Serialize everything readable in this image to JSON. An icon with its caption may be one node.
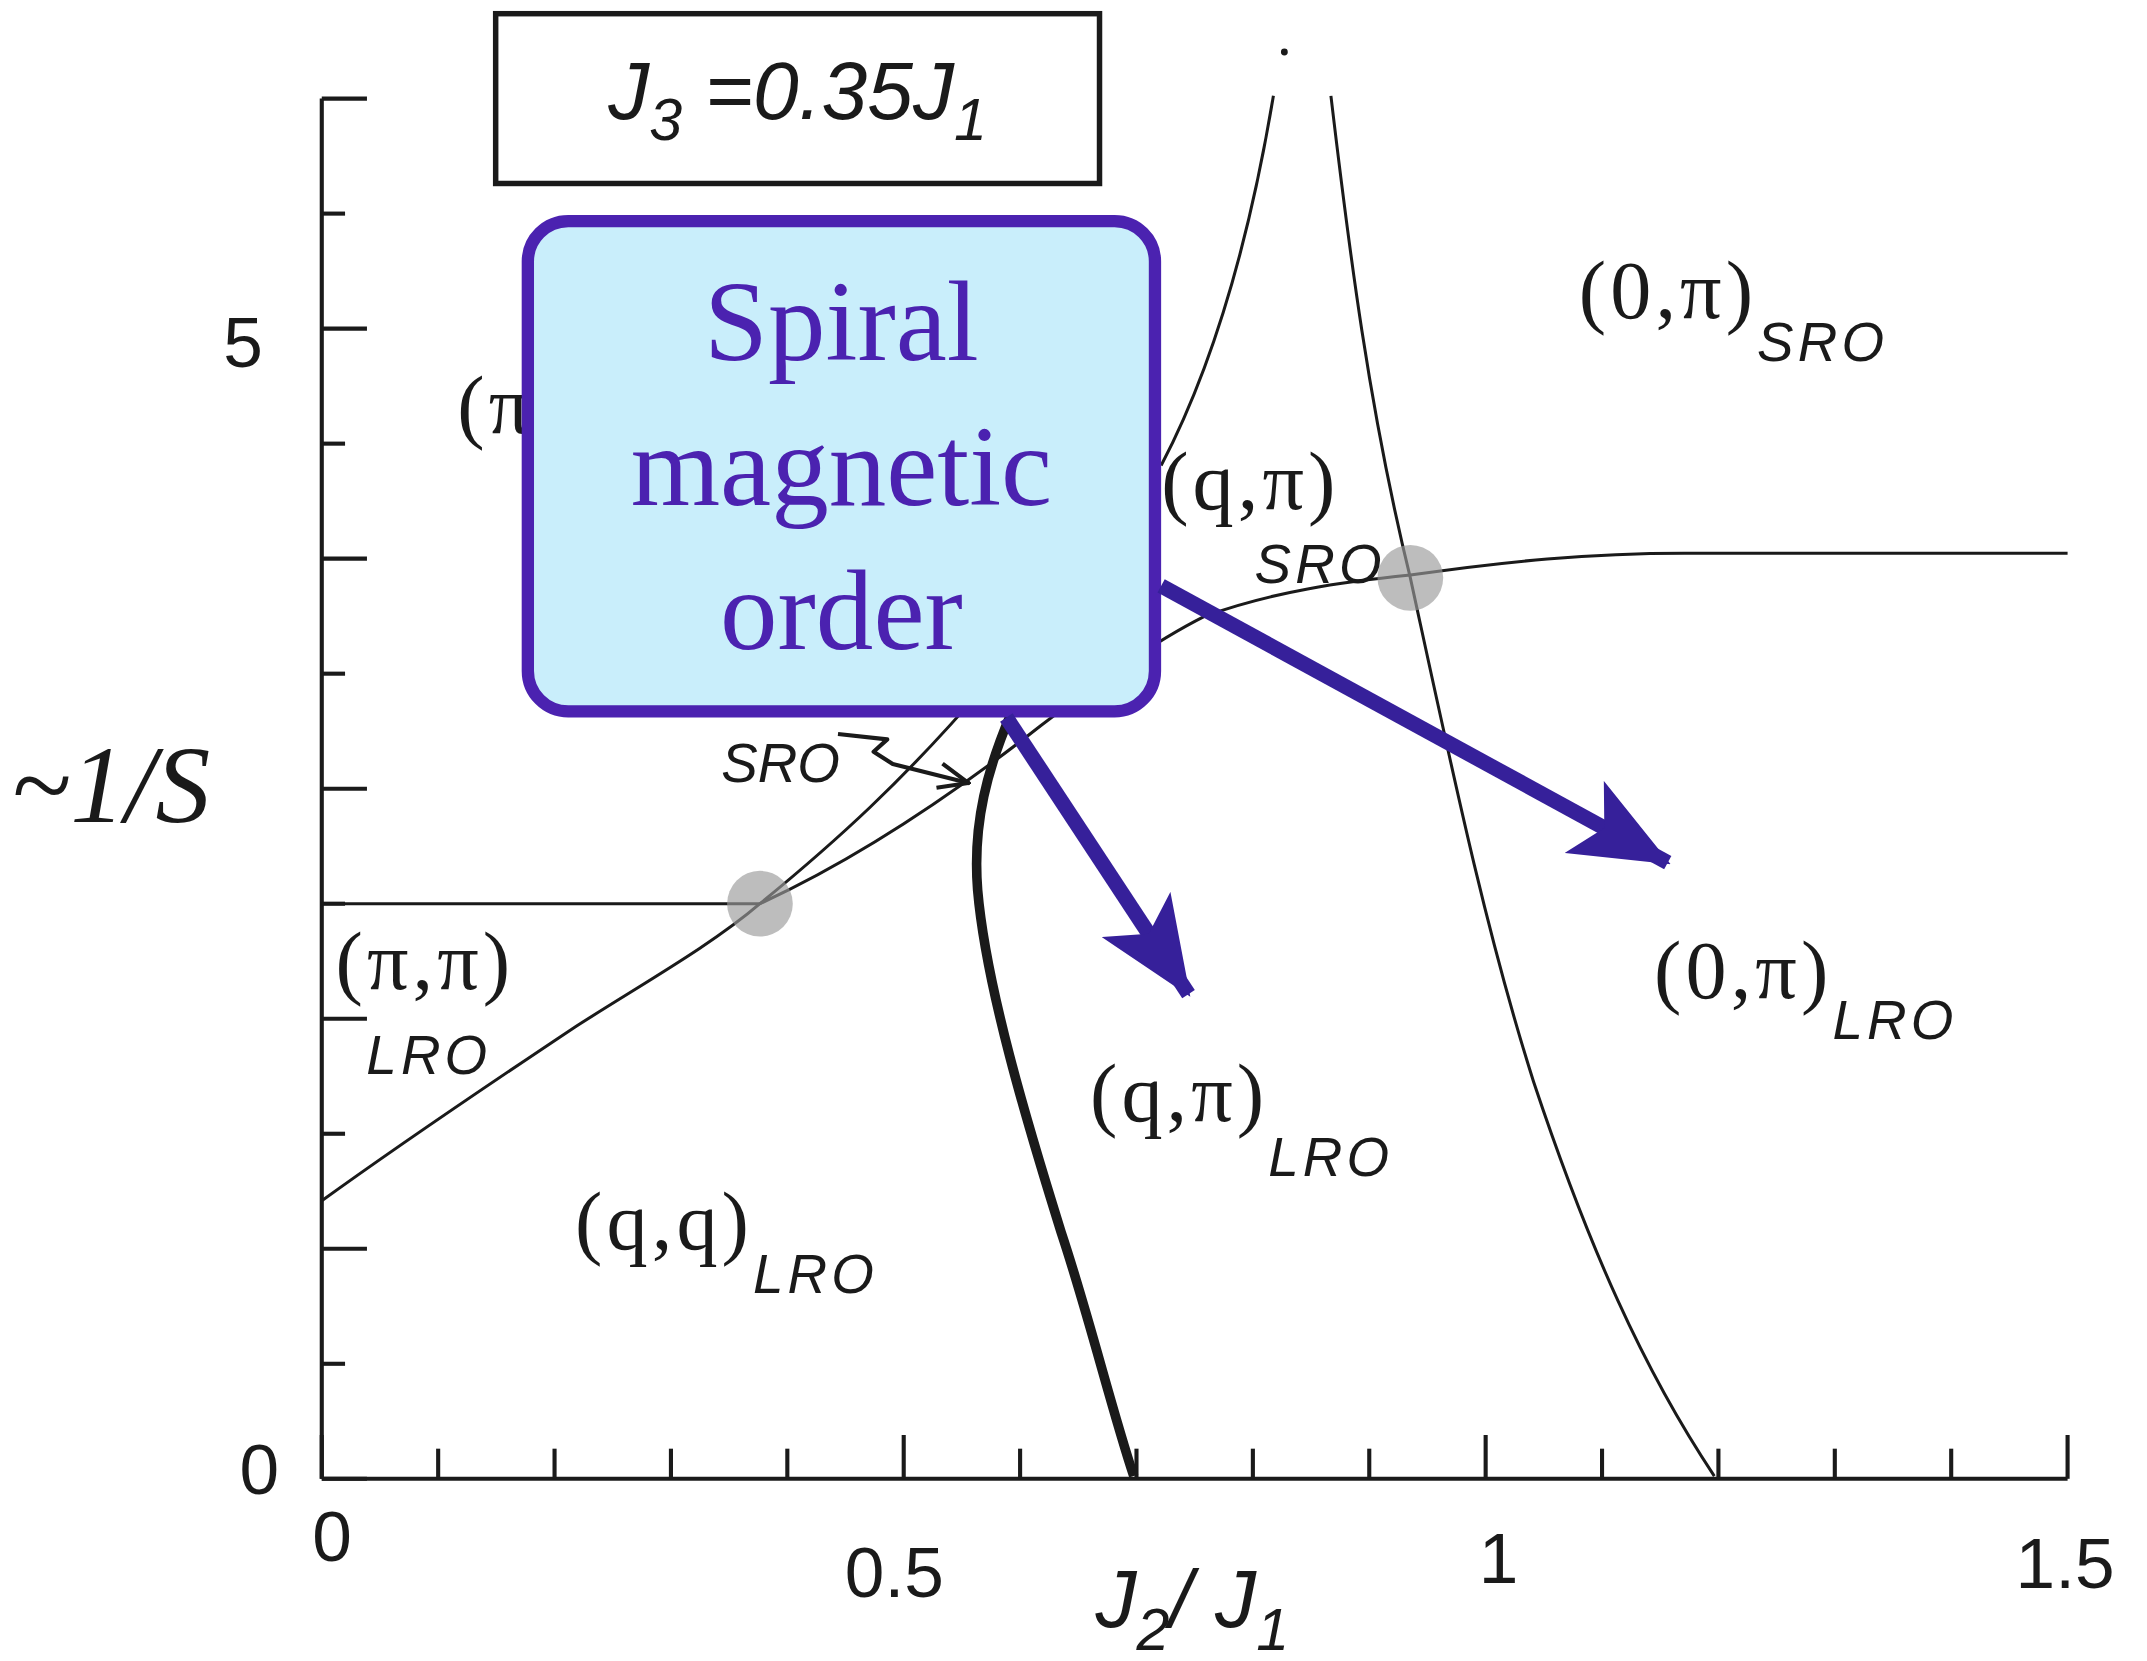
{
  "diagram": {
    "nodes": [
      {
        "text": [
          "J$_{3}$ =0.35J$_{1}$"
        ]
      },
      {
        "text": [
          "Spiral magnetic order"
        ]
      },
      {
        "text": [
          "SRO"
        ]
      }
    ],
    "edges": [
      {
        "from": 1,
        "to": null,
        "arrow": "to"
      },
      {
        "from": 1,
        "to": null,
        "arrow": "to"
      },
      {
        "from": 2,
        "to": null,
        "arrow": "to",
        "color": "#1a1a1a"
      }
    ],
    "labels": [
      "5",
      "(π",
      "(0,π)$_{SRO}$",
      "(q,π)$_{SRO}$",
      "~1/S",
      "(π,π)$_{LRO}$",
      "(0,π)$_{LRO}$",
      "(q,π)$_{LRO}$",
      "(q,q)$_{LRO}$",
      "0",
      "0",
      "0.5",
      "1",
      "J$_{2}$/ J$_{1}$",
      "1.5"
    ]
  }
}
